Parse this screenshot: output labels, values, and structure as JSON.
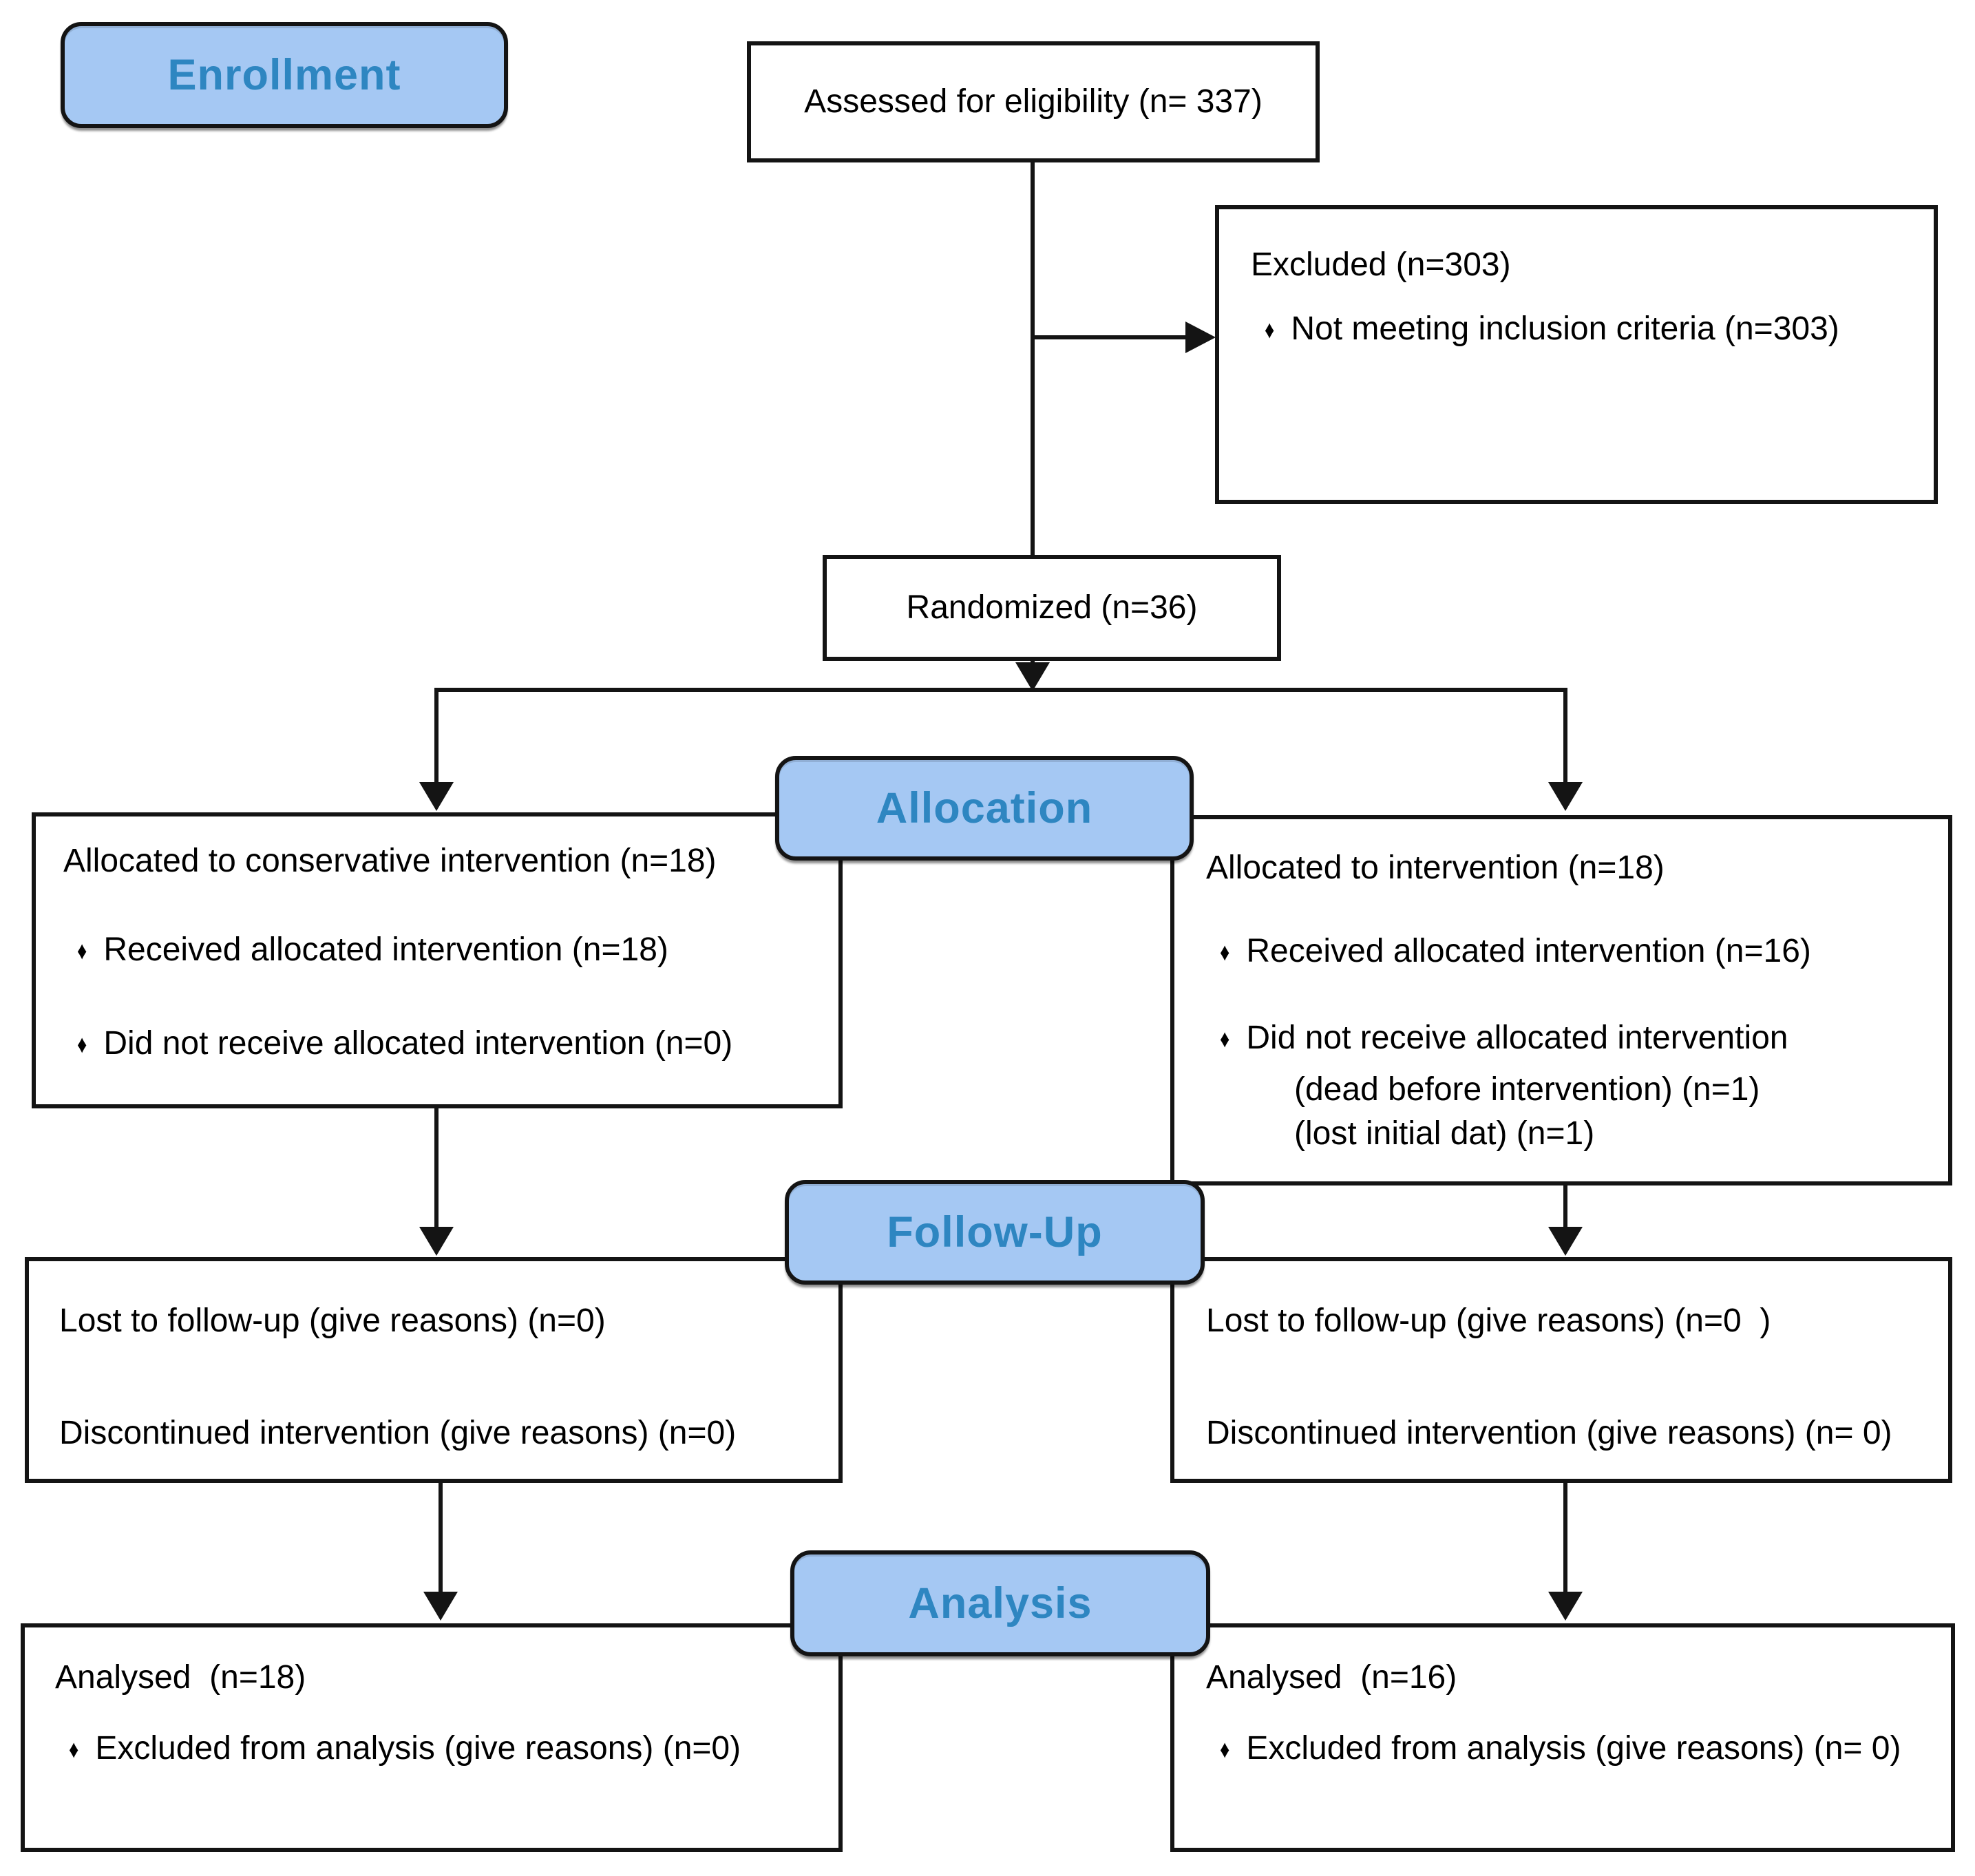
{
  "diagram": {
    "title": "CONSORT participant flow diagram",
    "bullet_glyph": "♦",
    "colors": {
      "stage_fill": "#a5c8f3",
      "stage_text": "#2e86c1",
      "box_border": "#141414",
      "box_fill": "#ffffff"
    },
    "stage_labels": {
      "enrollment": "Enrollment",
      "allocation": "Allocation",
      "followup": "Follow-Up",
      "analysis": "Analysis"
    },
    "boxes": {
      "assessed": {
        "text": "Assessed for eligibility (n= 337)"
      },
      "excluded": {
        "title": "Excluded (n=303)",
        "bullet1": "Not meeting inclusion criteria (n=303)"
      },
      "randomized": {
        "text": "Randomized (n=36)"
      },
      "alloc_left": {
        "title": "Allocated to conservative intervention (n=18)",
        "bullet1": "Received allocated intervention (n=18)",
        "bullet2": "Did not receive allocated intervention (n=0)"
      },
      "alloc_right": {
        "title": "Allocated to intervention (n=18)",
        "bullet1": "Received allocated intervention (n=16)",
        "bullet2": "Did not receive allocated intervention",
        "bullet2_note1": "(dead before intervention) (n=1)",
        "bullet2_note2": "(lost initial dat) (n=1)"
      },
      "followup_left": {
        "line1": "Lost to follow-up (give reasons) (n=0)",
        "line2": "Discontinued intervention (give reasons) (n=0)"
      },
      "followup_right": {
        "line1": "Lost to follow-up (give reasons) (n=0  )",
        "line2": "Discontinued intervention (give reasons) (n= 0)"
      },
      "analysis_left": {
        "title": "Analysed  (n=18)",
        "bullet1": "Excluded from analysis (give reasons) (n=0)"
      },
      "analysis_right": {
        "title": "Analysed  (n=16)",
        "bullet1": "Excluded from analysis (give reasons) (n= 0)"
      }
    }
  }
}
